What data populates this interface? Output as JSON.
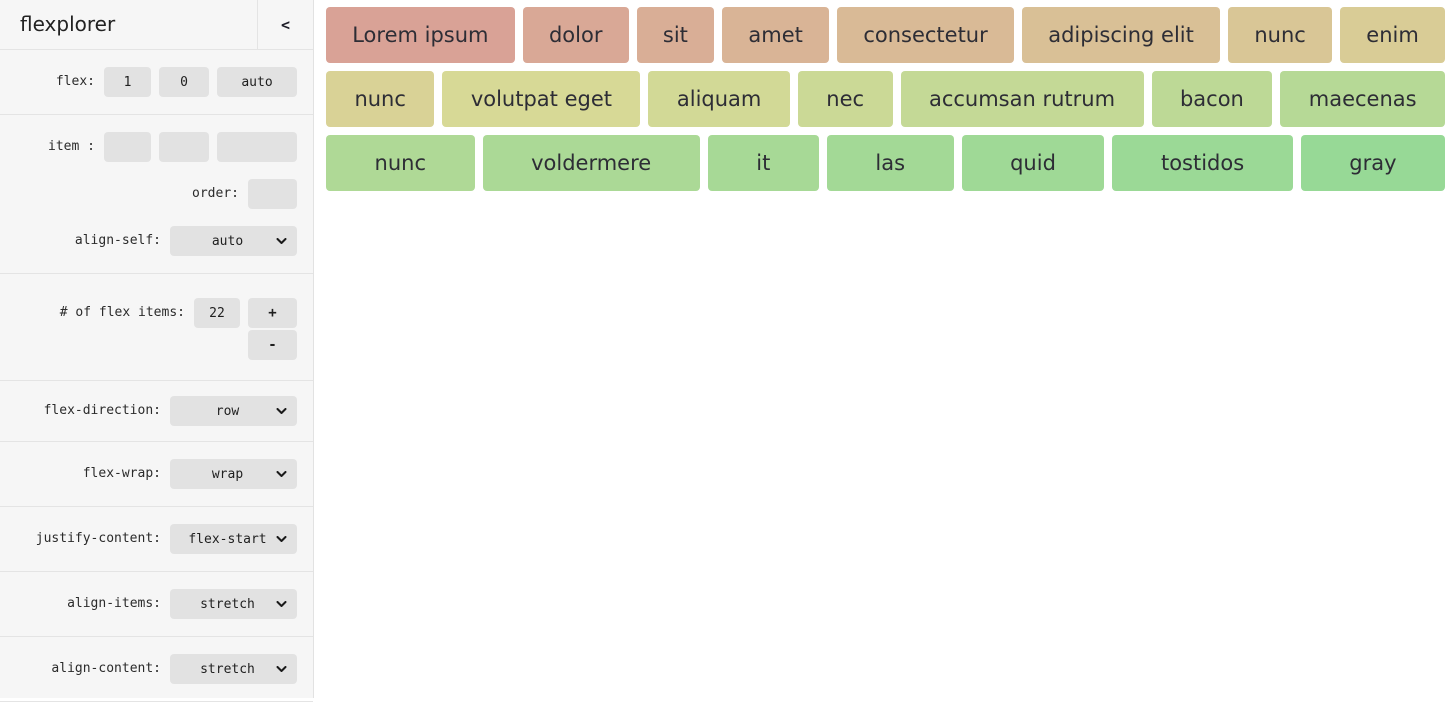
{
  "app": {
    "title": "flexplorer",
    "collapse_icon": "<"
  },
  "sidebar": {
    "flex_row": {
      "label": "flex:",
      "grow": "1",
      "shrink": "0",
      "basis": "auto"
    },
    "item_row": {
      "label": "item :",
      "values": [
        "",
        "",
        ""
      ]
    },
    "order_row": {
      "label": "order:",
      "value": ""
    },
    "align_self_row": {
      "label": "align-self:",
      "value": "auto"
    },
    "count_row": {
      "label": "# of flex items:",
      "value": "22",
      "increment_label": "+",
      "decrement_label": "-"
    },
    "selects": [
      {
        "label": "flex-direction:",
        "value": "row"
      },
      {
        "label": "flex-wrap:",
        "value": "wrap"
      },
      {
        "label": "justify-content:",
        "value": "flex-start"
      },
      {
        "label": "align-items:",
        "value": "stretch"
      },
      {
        "label": "align-content:",
        "value": "stretch"
      }
    ]
  },
  "colors": {
    "sidebar_bg": "#f6f6f6",
    "divider": "#e4e4e4",
    "control_bg": "#e2e2e2",
    "item_text": "#2d2d35",
    "main_bg": "#ffffff"
  },
  "flex_items": [
    {
      "label": "Lorem ipsum",
      "color": "#d9a296"
    },
    {
      "label": "dolor",
      "color": "#d9a896"
    },
    {
      "label": "sit",
      "color": "#d9ae96"
    },
    {
      "label": "amet",
      "color": "#d9b496"
    },
    {
      "label": "consectetur",
      "color": "#d9ba96"
    },
    {
      "label": "adipiscing elit",
      "color": "#d9c096"
    },
    {
      "label": "nunc",
      "color": "#d9c696"
    },
    {
      "label": "enim",
      "color": "#d9cc96"
    },
    {
      "label": "nunc",
      "color": "#d9d296"
    },
    {
      "label": "volutpat eget",
      "color": "#d7d996"
    },
    {
      "label": "aliquam",
      "color": "#d2d996"
    },
    {
      "label": "nec",
      "color": "#cbd996"
    },
    {
      "label": "accumsan rutrum",
      "color": "#c4d996"
    },
    {
      "label": "bacon",
      "color": "#bdd996"
    },
    {
      "label": "maecenas",
      "color": "#b6d996"
    },
    {
      "label": "nunc",
      "color": "#afd996"
    },
    {
      "label": "voldermere",
      "color": "#abd996"
    },
    {
      "label": "it",
      "color": "#a7d996"
    },
    {
      "label": "las",
      "color": "#a3d996"
    },
    {
      "label": "quid",
      "color": "#9fd996"
    },
    {
      "label": "tostidos",
      "color": "#9bd996"
    },
    {
      "label": "gray",
      "color": "#97d996"
    }
  ]
}
